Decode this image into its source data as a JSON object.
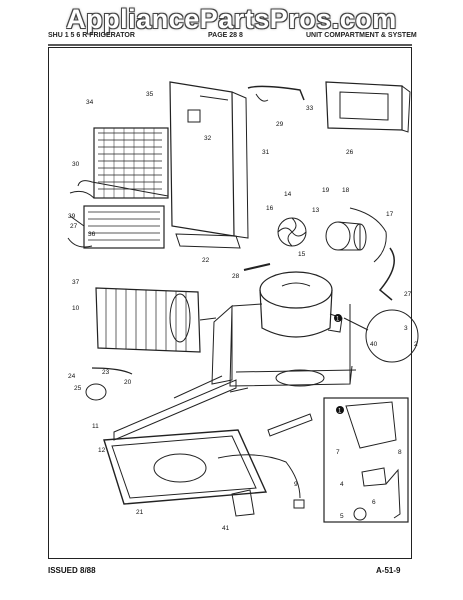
{
  "watermark": "AppliancePartsPros.com",
  "header": {
    "left": "SHU 1 5 6 R FRIGERATOR",
    "middle": "PAGE 28 8",
    "right": "UNIT COMPARTMENT & SYSTEM"
  },
  "footer": {
    "issued": "ISSUED 8/88",
    "page_code": "A-51-9"
  },
  "callouts": [
    "34",
    "35",
    "33",
    "29",
    "32",
    "31",
    "26",
    "30",
    "19",
    "18",
    "14",
    "16",
    "13",
    "17",
    "15",
    "39",
    "27",
    "36",
    "22",
    "28",
    "37",
    "27",
    "10",
    "3",
    "2",
    "40",
    "24",
    "25",
    "23",
    "20",
    "11",
    "7",
    "12",
    "8",
    "4",
    "6",
    "5",
    "9",
    "21",
    "41"
  ],
  "inset_marker": "1"
}
